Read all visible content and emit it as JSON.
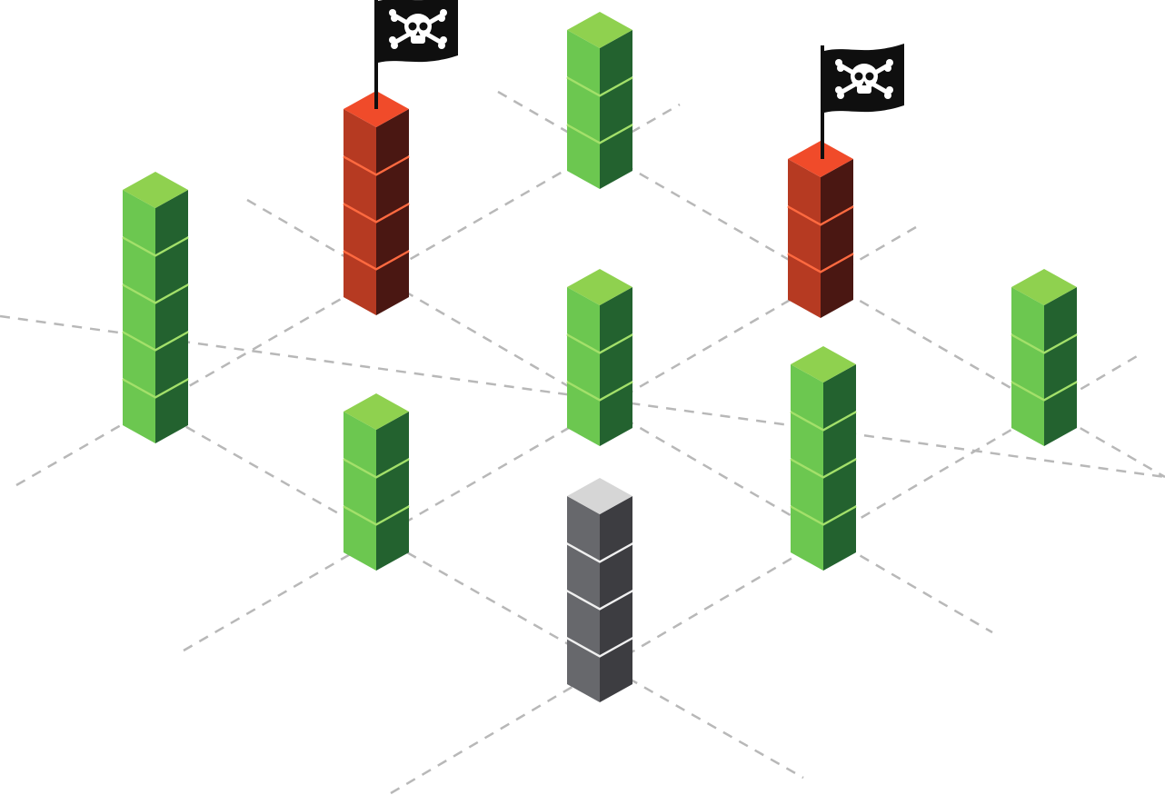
{
  "colors": {
    "background": "#ffffff",
    "grid_line": "#b8b8b8",
    "green": {
      "top": "#8fd14f",
      "left": "#6cc750",
      "right": "#23622f",
      "seam": "#a3e06a"
    },
    "red": {
      "top": "#f04b2a",
      "left": "#b63a22",
      "right": "#4a1712",
      "seam": "#ff6a40"
    },
    "gray": {
      "top": "#d6d6d6",
      "left": "#67686c",
      "right": "#3d3d41",
      "seam": "#f0f0f0"
    },
    "flag": "#0f0f0f",
    "flag_emblem": "#ffffff"
  },
  "stacks": [
    {
      "id": "stack-left-outer",
      "kind": "green",
      "height": 5
    },
    {
      "id": "stack-back-left",
      "kind": "red",
      "height": 4,
      "flag": true
    },
    {
      "id": "stack-back-center",
      "kind": "green",
      "height": 3
    },
    {
      "id": "stack-back-right",
      "kind": "red",
      "height": 3,
      "flag": true
    },
    {
      "id": "stack-center",
      "kind": "green",
      "height": 3
    },
    {
      "id": "stack-right-outer",
      "kind": "green",
      "height": 3
    },
    {
      "id": "stack-front-left",
      "kind": "green",
      "height": 3
    },
    {
      "id": "stack-front-right",
      "kind": "green",
      "height": 4
    },
    {
      "id": "stack-front-center",
      "kind": "gray",
      "height": 4
    }
  ],
  "flags": [
    {
      "id": "pirate-flag-left",
      "emblem": "skull-and-crossbones"
    },
    {
      "id": "pirate-flag-right",
      "emblem": "skull-and-crossbones"
    }
  ]
}
